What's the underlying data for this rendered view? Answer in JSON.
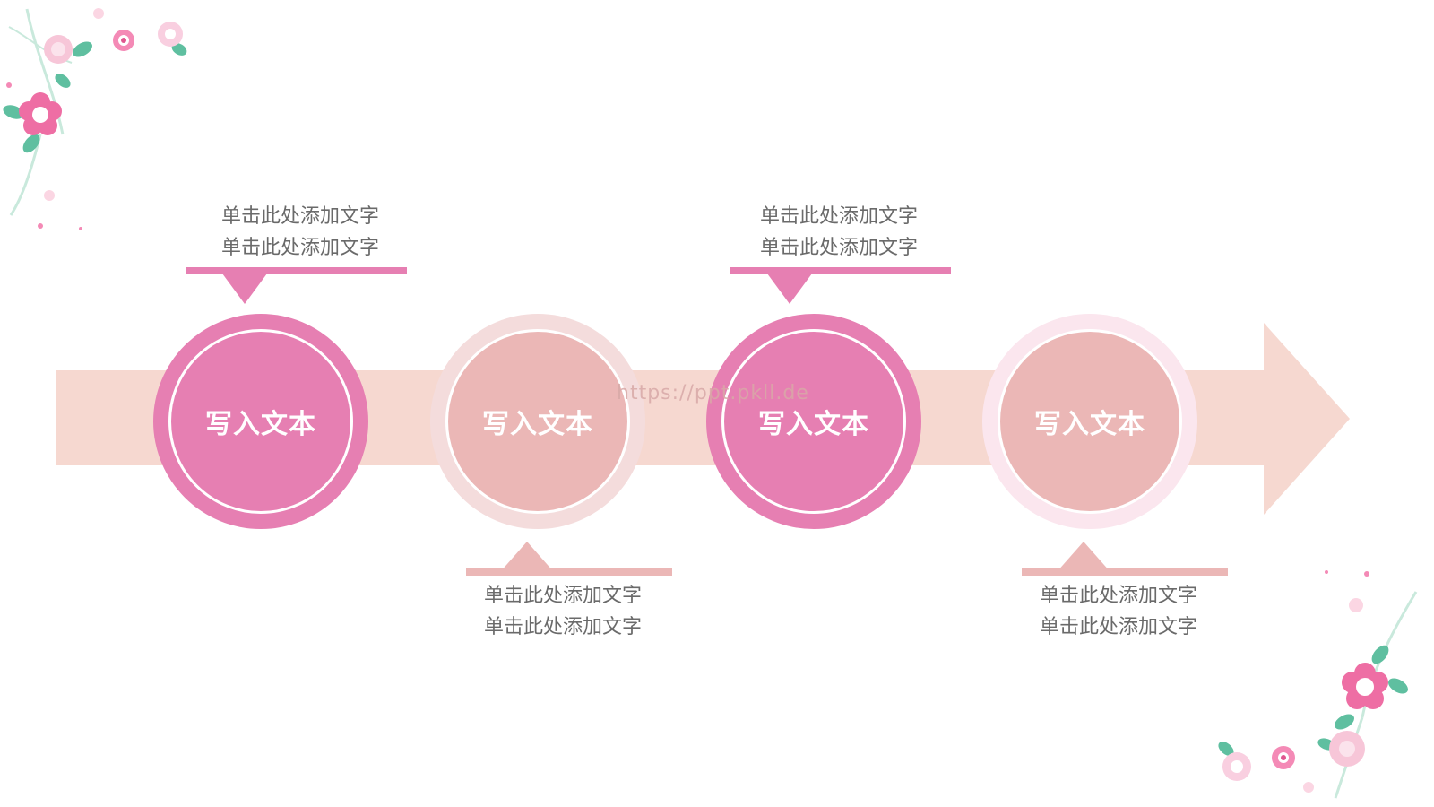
{
  "watermark": "https://ppt.pkll.de",
  "steps": [
    {
      "title": "写入文本",
      "desc_line1": "单击此处添加文字",
      "desc_line2": "单击此处添加文字"
    },
    {
      "title": "写入文本",
      "desc_line1": "单击此处添加文字",
      "desc_line2": "单击此处添加文字"
    },
    {
      "title": "写入文本",
      "desc_line1": "单击此处添加文字",
      "desc_line2": "单击此处添加文字"
    },
    {
      "title": "写入文本",
      "desc_line1": "单击此处添加文字",
      "desc_line2": "单击此处添加文字"
    }
  ],
  "colors": {
    "dark_pink": "#e67fb2",
    "light_pink": "#ebb7b6",
    "arrow": "#f6d8d0",
    "text": "#6a6a6a"
  }
}
